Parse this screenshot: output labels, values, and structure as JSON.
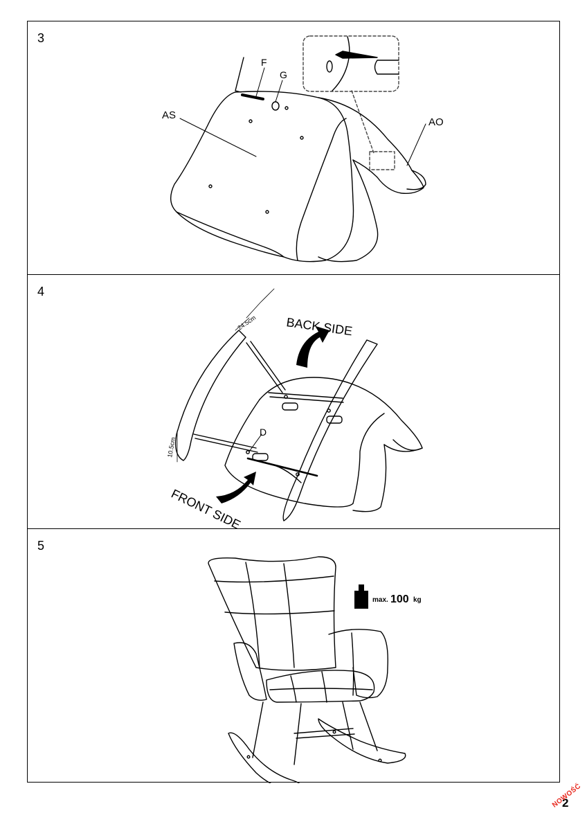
{
  "page": {
    "number": "2",
    "brand": "NOWOŚĆ"
  },
  "steps": [
    {
      "number": "3",
      "labels": {
        "f": "F",
        "g": "G",
        "as": "AS",
        "ao": "AO"
      }
    },
    {
      "number": "4",
      "labels": {
        "back_side": "BACK SIDE",
        "front_side": "FRONT SIDE",
        "d": "D",
        "dim_top": "24.5cm",
        "dim_side": "10.5cm"
      }
    },
    {
      "number": "5",
      "weight": {
        "prefix": "max.",
        "value": "100",
        "unit": "kg"
      }
    }
  ]
}
